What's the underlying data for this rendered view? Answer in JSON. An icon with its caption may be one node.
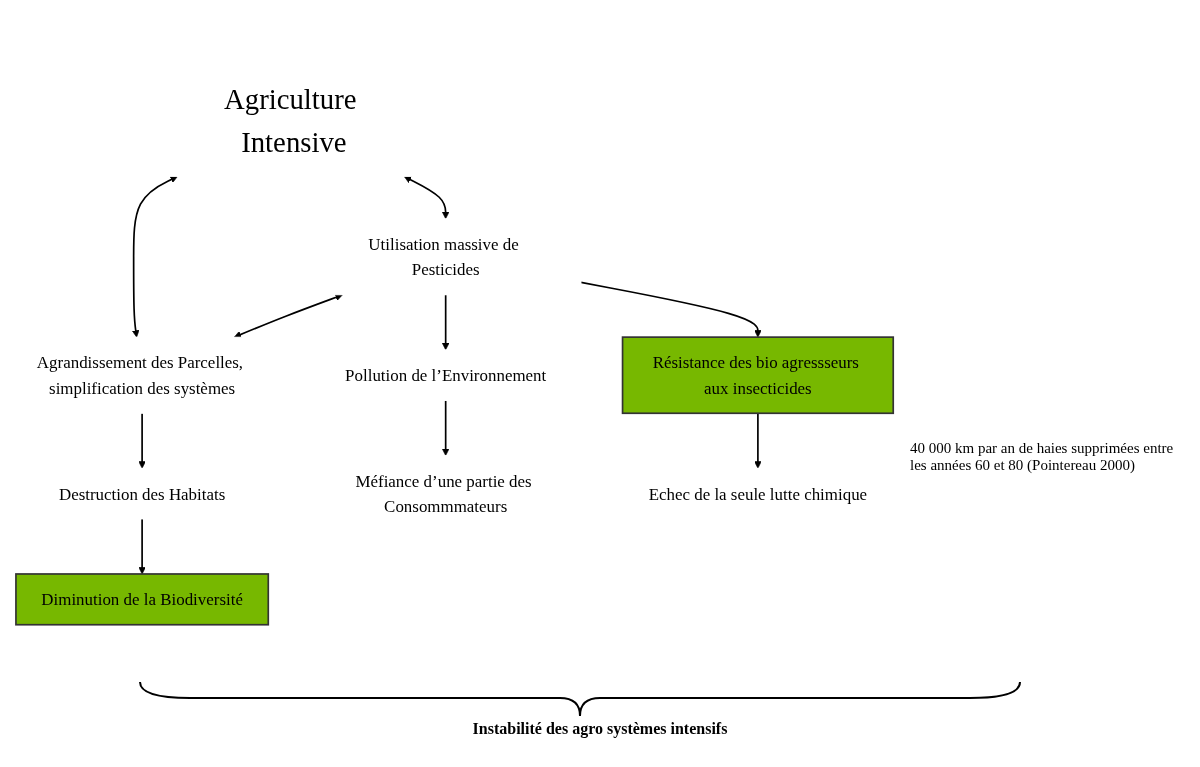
{
  "diagram": {
    "caption": "Instabilité des agro systèmes intensifs",
    "nodes": [
      {
        "text": [
          "Agriculture Intensive"
        ]
      },
      {
        "text": [
          "Utilisation massive de Pesticides"
        ]
      },
      {
        "text": [
          "Agrandissement des Parcelles, simplification des systèmes"
        ]
      },
      {
        "text": [
          "Pollution de l’Environnement"
        ]
      },
      {
        "text": [
          "Résistance des bio agressseurs aux insecticides"
        ]
      },
      {
        "text": [
          "Destruction des Habitats"
        ]
      },
      {
        "text": [
          "Méfiance d’une partie des Consommmateurs"
        ]
      },
      {
        "text": [
          "Echec de la seule lutte chimique"
        ]
      },
      {
        "text": [
          "Diminution de la Biodiversité"
        ]
      }
    ],
    "edges": [
      {
        "from": 0,
        "to": 1,
        "arrow": "both"
      },
      {
        "from": 0,
        "to": 2,
        "arrow": "both"
      },
      {
        "from": 1,
        "to": 2,
        "arrow": "both"
      },
      {
        "from": 1,
        "to": 3,
        "arrow": "to"
      },
      {
        "from": 1,
        "to": 4,
        "arrow": "to"
      },
      {
        "from": 2,
        "to": 5,
        "arrow": "to"
      },
      {
        "from": 3,
        "to": 6,
        "arrow": "to"
      },
      {
        "from": 4,
        "to": 7,
        "arrow": "to"
      },
      {
        "from": 5,
        "to": 8,
        "arrow": "to"
      }
    ],
    "labels": [
      "40 000 km par an de haies supprimées entre les années 60 et 80 (Pointereau 2000)"
    ]
  }
}
